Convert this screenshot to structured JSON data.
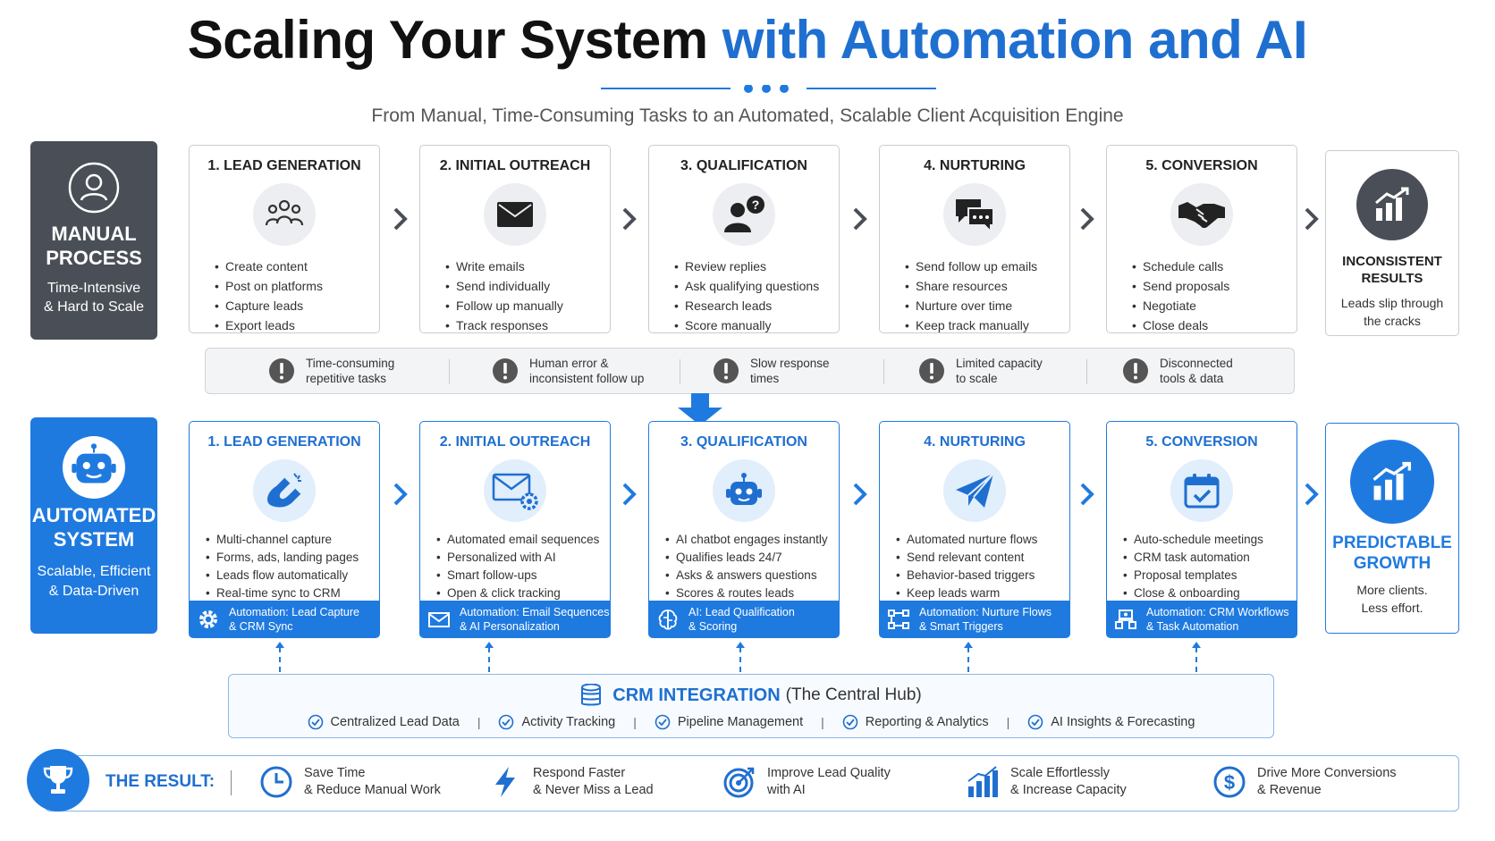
{
  "title": {
    "part1": "Scaling Your System",
    "part2": "with Automation and AI"
  },
  "subtitle": "From Manual, Time-Consuming Tasks to an Automated, Scalable Client Acquisition Engine",
  "colors": {
    "accent": "#1f7ae0",
    "dark": "#4a4f57",
    "text": "#222222"
  },
  "manual": {
    "label_line1": "MANUAL",
    "label_line2": "PROCESS",
    "sub_line1": "Time-Intensive",
    "sub_line2": "& Hard to Scale",
    "icon": "user-icon",
    "steps": [
      {
        "title": "1. LEAD GENERATION",
        "icon": "group-icon",
        "items": [
          "Create content",
          "Post on platforms",
          "Capture leads",
          "Export leads"
        ]
      },
      {
        "title": "2. INITIAL OUTREACH",
        "icon": "mail-icon",
        "items": [
          "Write emails",
          "Send individually",
          "Follow up manually",
          "Track responses"
        ]
      },
      {
        "title": "3. QUALIFICATION",
        "icon": "user-question-icon",
        "items": [
          "Review replies",
          "Ask qualifying questions",
          "Research leads",
          "Score manually"
        ]
      },
      {
        "title": "4. NURTURING",
        "icon": "chat-icon",
        "items": [
          "Send follow up emails",
          "Share resources",
          "Nurture over time",
          "Keep track manually"
        ]
      },
      {
        "title": "5. CONVERSION",
        "icon": "handshake-icon",
        "items": [
          "Schedule calls",
          "Send proposals",
          "Negotiate",
          "Close deals"
        ]
      }
    ],
    "result": {
      "title_line1": "INCONSISTENT",
      "title_line2": "RESULTS",
      "sub_line1": "Leads slip through",
      "sub_line2": "the cracks",
      "icon": "chart-up-icon"
    }
  },
  "problems": [
    {
      "line1": "Time-consuming",
      "line2": "repetitive tasks"
    },
    {
      "line1": "Human error &",
      "line2": "inconsistent follow up"
    },
    {
      "line1": "Slow response",
      "line2": "times"
    },
    {
      "line1": "Limited capacity",
      "line2": "to scale"
    },
    {
      "line1": "Disconnected",
      "line2": "tools & data"
    }
  ],
  "automated": {
    "label_line1": "AUTOMATED",
    "label_line2": "SYSTEM",
    "sub_line1": "Scalable, Efficient",
    "sub_line2": "& Data-Driven",
    "icon": "robot-icon",
    "steps": [
      {
        "title": "1. LEAD GENERATION",
        "icon": "magnet-icon",
        "items": [
          "Multi-channel capture",
          "Forms, ads, landing pages",
          "Leads flow automatically",
          "Real-time sync to CRM"
        ],
        "foot_line1": "Automation: Lead Capture",
        "foot_line2": "& CRM Sync",
        "foot_icon": "gear-icon"
      },
      {
        "title": "2. INITIAL OUTREACH",
        "icon": "mail-gear-icon",
        "items": [
          "Automated email sequences",
          "Personalized with AI",
          "Smart follow-ups",
          "Open & click tracking"
        ],
        "foot_line1": "Automation: Email Sequences",
        "foot_line2": "& AI Personalization",
        "foot_icon": "envelope-icon"
      },
      {
        "title": "3. QUALIFICATION",
        "icon": "robot-icon",
        "items": [
          "AI chatbot engages instantly",
          "Qualifies leads 24/7",
          "Asks & answers questions",
          "Scores & routes leads"
        ],
        "foot_line1": "AI: Lead Qualification",
        "foot_line2": "& Scoring",
        "foot_icon": "brain-icon"
      },
      {
        "title": "4. NURTURING",
        "icon": "paper-plane-icon",
        "items": [
          "Automated nurture flows",
          "Send relevant content",
          "Behavior-based triggers",
          "Keep leads warm"
        ],
        "foot_line1": "Automation: Nurture Flows",
        "foot_line2": "& Smart Triggers",
        "foot_icon": "flow-icon"
      },
      {
        "title": "5. CONVERSION",
        "icon": "calendar-check-icon",
        "items": [
          "Auto-schedule meetings",
          "CRM task automation",
          "Proposal templates",
          "Close & onboarding"
        ],
        "foot_line1": "Automation: CRM Workflows",
        "foot_line2": "& Task Automation",
        "foot_icon": "workflow-icon"
      }
    ],
    "result": {
      "title_line1": "PREDICTABLE",
      "title_line2": "GROWTH",
      "sub_line1": "More clients.",
      "sub_line2": "Less effort.",
      "icon": "chart-up-icon"
    }
  },
  "crm": {
    "title_bold": "CRM INTEGRATION",
    "title_rest": "(The Central Hub)",
    "icon": "database-icon",
    "features": [
      "Centralized Lead Data",
      "Activity Tracking",
      "Pipeline Management",
      "Reporting & Analytics",
      "AI Insights & Forecasting"
    ]
  },
  "result_bar": {
    "label": "THE RESULT:",
    "icon": "trophy-icon",
    "items": [
      {
        "line1": "Save Time",
        "line2": "& Reduce Manual Work",
        "icon": "clock-icon"
      },
      {
        "line1": "Respond Faster",
        "line2": "& Never Miss a Lead",
        "icon": "lightning-icon"
      },
      {
        "line1": "Improve Lead Quality",
        "line2": "with AI",
        "icon": "target-icon"
      },
      {
        "line1": "Scale Effortlessly",
        "line2": "& Increase Capacity",
        "icon": "bar-chart-icon"
      },
      {
        "line1": "Drive More Conversions",
        "line2": "& Revenue",
        "icon": "dollar-icon"
      }
    ]
  }
}
